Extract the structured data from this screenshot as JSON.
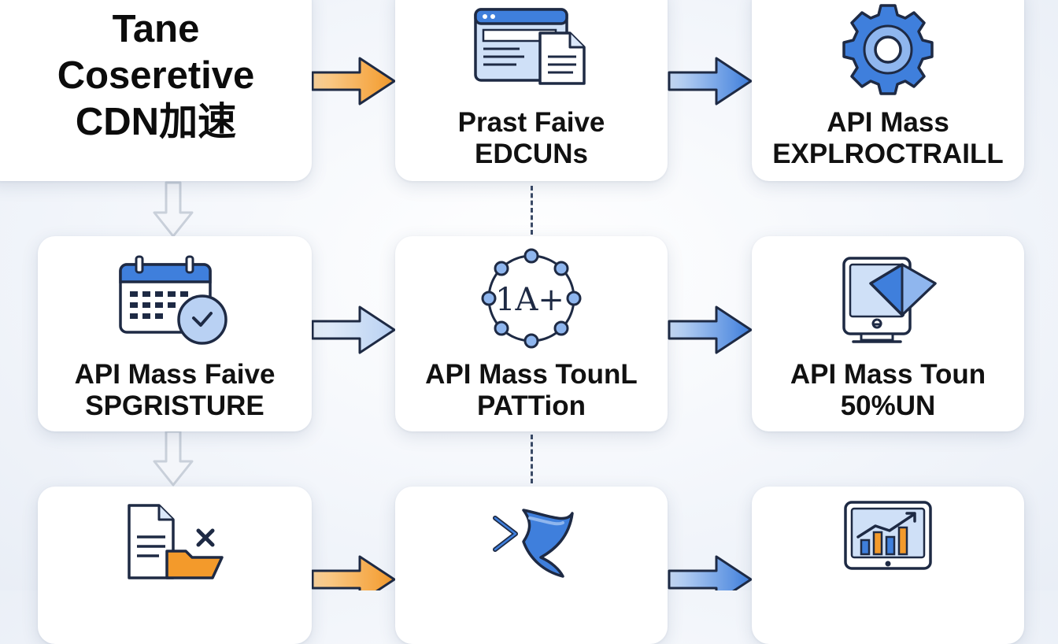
{
  "colors": {
    "primary_blue": "#3f7fdc",
    "light_blue": "#b9d1f3",
    "orange": "#f39a2b",
    "ink": "#1e2a44"
  },
  "title_card": {
    "lines": [
      "Tane",
      "Coseretive",
      "CDN加速"
    ]
  },
  "cards": [
    {
      "id": "r1c2",
      "icon": "browser-window-document-icon",
      "lines": [
        "Prast Faive",
        "EDCUNs"
      ]
    },
    {
      "id": "r1c3",
      "icon": "gear-icon",
      "lines": [
        "API Mass",
        "EXPLROCTRAILL"
      ]
    },
    {
      "id": "r2c1",
      "icon": "calendar-clock-icon",
      "lines": [
        "API Mass Faive",
        "SPGRISTURE"
      ]
    },
    {
      "id": "r2c2",
      "icon": "node-network-icon",
      "lines": [
        "API Mass TounL",
        "PATTion"
      ],
      "icon_text": "1A+"
    },
    {
      "id": "r2c3",
      "icon": "monitor-shield-icon",
      "lines": [
        "API Mass Toun",
        "50%UN"
      ]
    },
    {
      "id": "r3c1",
      "icon": "document-folder-x-icon",
      "lines": []
    },
    {
      "id": "r3c2",
      "icon": "swoosh-chevron-icon",
      "lines": []
    },
    {
      "id": "r3c3",
      "icon": "monitor-bar-chart-icon",
      "lines": []
    }
  ]
}
